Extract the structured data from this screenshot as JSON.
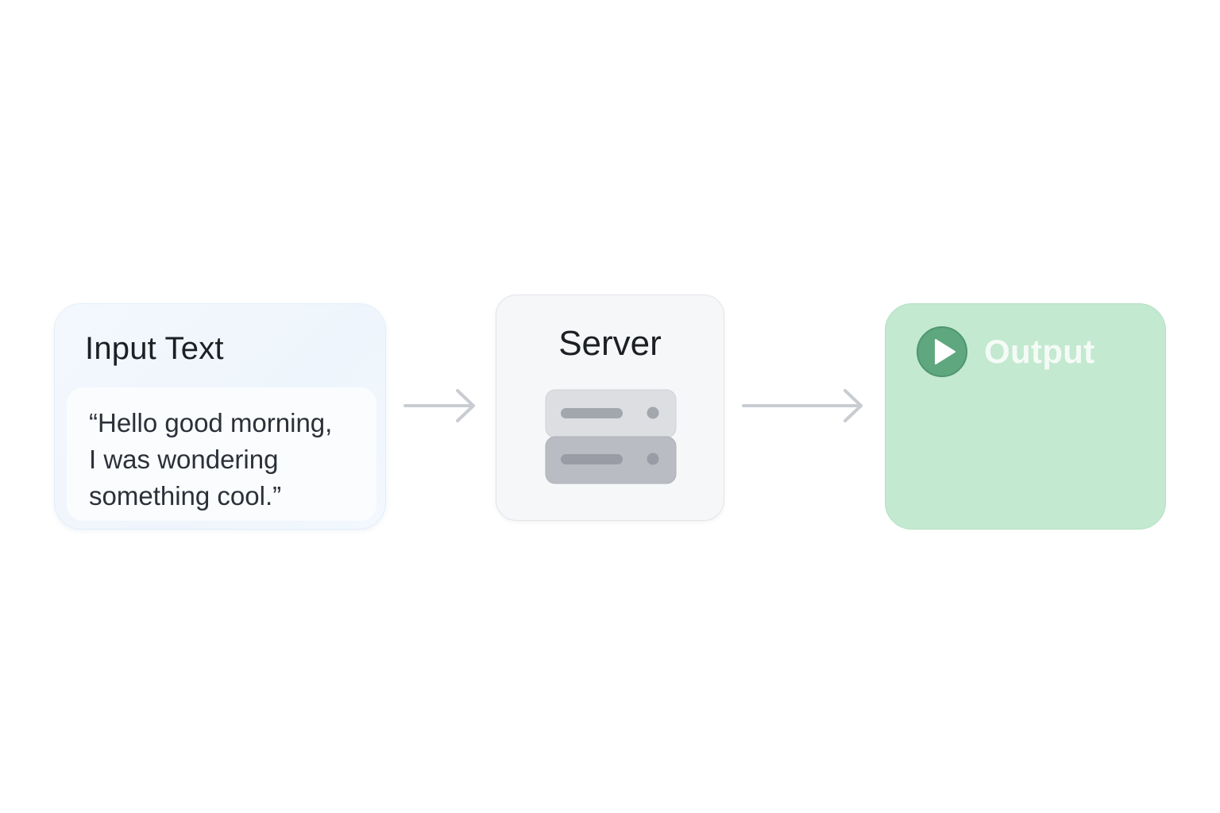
{
  "input": {
    "title": "Input Text",
    "lines": [
      "“Hello good morning,",
      "I was wondering",
      "something cool.”"
    ]
  },
  "server": {
    "title": "Server",
    "icon": "server-icon"
  },
  "output": {
    "title": "Output",
    "icon": "play-icon"
  },
  "colors": {
    "input_bg": "#eef5fc",
    "server_bg": "#f6f7f9",
    "output_bg": "#c3e9d0",
    "play_button": "#5fa77f",
    "arrow": "#c9ccd1"
  }
}
